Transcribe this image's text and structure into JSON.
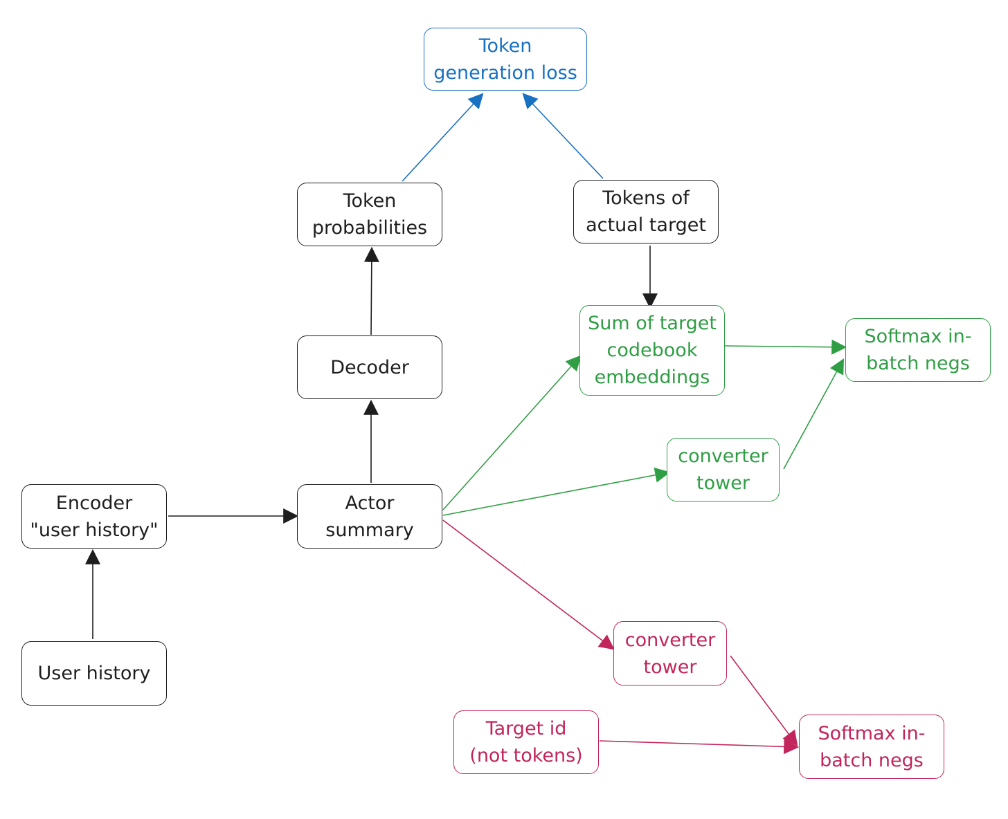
{
  "colors": {
    "black": "#1e1e1e",
    "blue": "#1971c2",
    "green": "#2f9e44",
    "red": "#c2255c"
  },
  "nodes": {
    "token_generation_loss": {
      "lines": [
        "Token",
        "generation loss"
      ]
    },
    "token_probabilities": {
      "lines": [
        "Token",
        "probabilities"
      ]
    },
    "tokens_of_actual_target": {
      "lines": [
        "Tokens of",
        "actual target"
      ]
    },
    "decoder": {
      "lines": [
        "Decoder"
      ]
    },
    "sum_of_target_codebook_embeddings": {
      "lines": [
        "Sum of target",
        "codebook",
        "embeddings"
      ]
    },
    "softmax_green": {
      "lines": [
        "Softmax in-",
        "batch negs"
      ]
    },
    "converter_tower_green": {
      "lines": [
        "converter",
        "tower"
      ]
    },
    "encoder": {
      "lines": [
        "Encoder",
        "\"user history\""
      ]
    },
    "actor_summary": {
      "lines": [
        "Actor",
        "summary"
      ]
    },
    "user_history": {
      "lines": [
        "User history"
      ]
    },
    "converter_tower_red": {
      "lines": [
        "converter",
        "tower"
      ]
    },
    "target_id": {
      "lines": [
        "Target id",
        "(not tokens)"
      ]
    },
    "softmax_red": {
      "lines": [
        "Softmax in-",
        "batch negs"
      ]
    }
  },
  "edges": [
    {
      "from": "Token probabilities",
      "to": "Token generation loss",
      "color": "blue"
    },
    {
      "from": "Tokens of actual target",
      "to": "Token generation loss",
      "color": "blue"
    },
    {
      "from": "Decoder",
      "to": "Token probabilities",
      "color": "black"
    },
    {
      "from": "Actor summary",
      "to": "Decoder",
      "color": "black"
    },
    {
      "from": "Tokens of actual target",
      "to": "Sum of target codebook embeddings",
      "color": "black"
    },
    {
      "from": "User history",
      "to": "Encoder \"user history\"",
      "color": "black"
    },
    {
      "from": "Encoder \"user history\"",
      "to": "Actor summary",
      "color": "black"
    },
    {
      "from": "Actor summary",
      "to": "Sum of target codebook embeddings",
      "color": "green"
    },
    {
      "from": "Actor summary",
      "to": "converter tower",
      "color": "green"
    },
    {
      "from": "Sum of target codebook embeddings",
      "to": "Softmax in-batch negs",
      "color": "green"
    },
    {
      "from": "converter tower",
      "to": "Softmax in-batch negs",
      "color": "green"
    },
    {
      "from": "Actor summary",
      "to": "converter tower",
      "color": "red"
    },
    {
      "from": "converter tower",
      "to": "Softmax in-batch negs",
      "color": "red"
    },
    {
      "from": "Target id (not tokens)",
      "to": "Softmax in-batch negs",
      "color": "red"
    }
  ]
}
